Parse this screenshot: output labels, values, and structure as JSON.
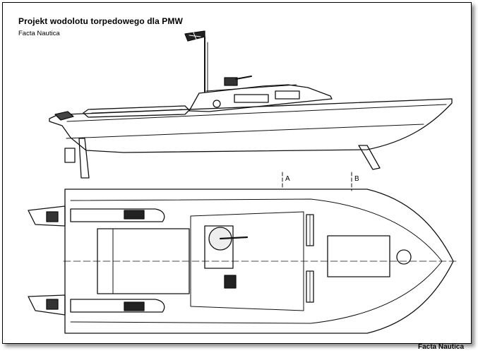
{
  "title": "Projekt wodolotu torpedowego dla PMW",
  "subtitle": "Facta  Nautica",
  "credit": "Facta Nautica",
  "section_marks": {
    "a": "A",
    "b": "B"
  }
}
